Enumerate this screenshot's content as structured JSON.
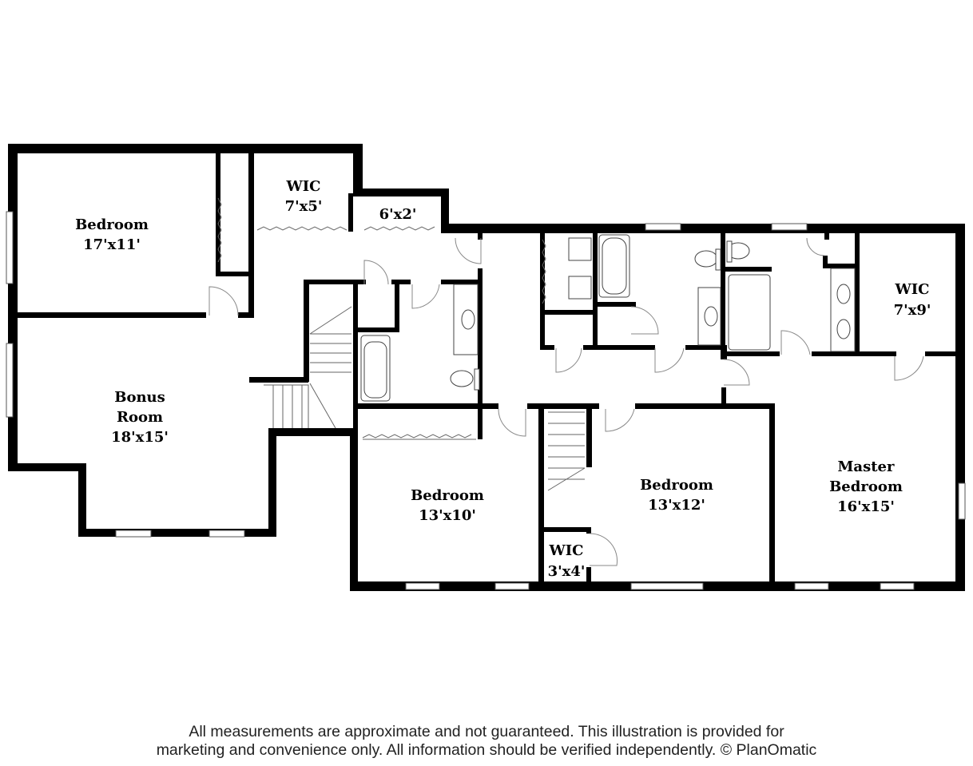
{
  "rooms": {
    "bedroom1": {
      "name": "Bedroom",
      "dims": "17'x11'"
    },
    "wic1": {
      "name": "WIC",
      "dims": "7'x5'"
    },
    "closet": {
      "name": "",
      "dims": "6'x2'"
    },
    "bonus": {
      "name_line1": "Bonus",
      "name_line2": "Room",
      "dims": "18'x15'"
    },
    "bedroom2": {
      "name": "Bedroom",
      "dims": "13'x10'"
    },
    "wic2": {
      "name": "WIC",
      "dims": "3'x4'"
    },
    "bedroom3": {
      "name": "Bedroom",
      "dims": "13'x12'"
    },
    "master": {
      "name_line1": "Master",
      "name_line2": "Bedroom",
      "dims": "16'x15'"
    },
    "wic3": {
      "name": "WIC",
      "dims": "7'x9'"
    }
  },
  "disclaimer": {
    "line1": "All measurements are approximate and not guaranteed. This illustration is provided for",
    "line2": "marketing and convenience only. All information should be verified independently. © PlanOmatic"
  }
}
